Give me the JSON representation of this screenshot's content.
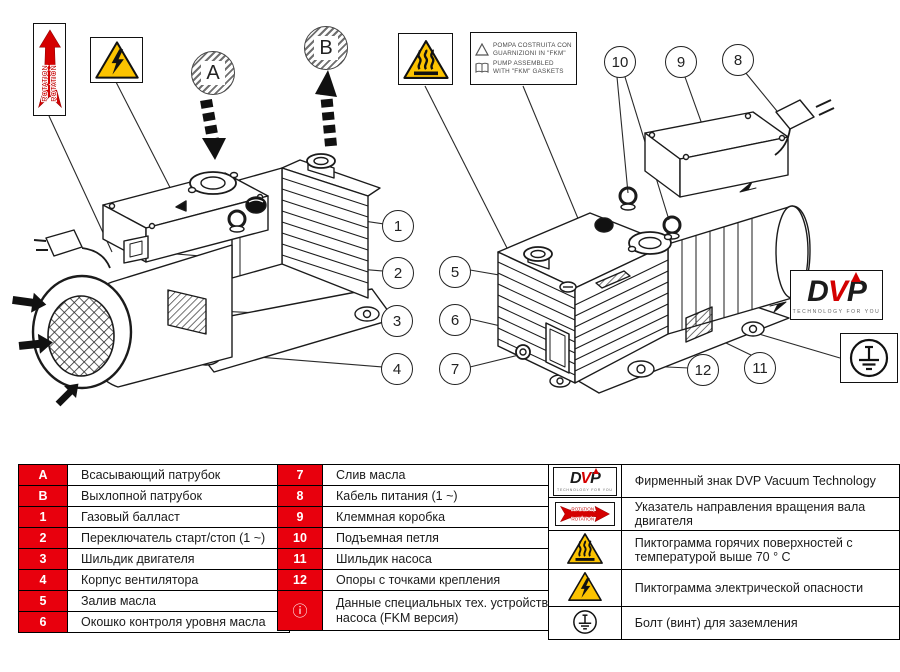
{
  "colors": {
    "red": "#e8000d",
    "yellow": "#fcc300",
    "ink": "#1b1b1b"
  },
  "callouts": {
    "a": "A",
    "b": "B",
    "c1": "1",
    "c2": "2",
    "c3": "3",
    "c4": "4",
    "c5": "5",
    "c6": "6",
    "c7": "7",
    "c8": "8",
    "c9": "9",
    "c10": "10",
    "c11": "11",
    "c12": "12"
  },
  "labels": {
    "rotation_word": "ROTATION",
    "fkm": {
      "l1": "POMPA COSTRUITA CON",
      "l2": "GUARNIZIONI IN \"FKM\"",
      "l3": "PUMP ASSEMBLED",
      "l4": "WITH \"FKM\" GASKETS"
    },
    "dvp": {
      "d": "D",
      "v": "V",
      "p": "P",
      "tagline": "TECHNOLOGY FOR YOU"
    },
    "info_symbol": "ⓘ"
  },
  "legend_parts_ab": {
    "rows": [
      {
        "key": "A",
        "label": "Всасывающий патрубок"
      },
      {
        "key": "B",
        "label": "Выхлопной патрубок"
      },
      {
        "key": "1",
        "label": "Газовый балласт"
      },
      {
        "key": "2",
        "label": "Переключатель старт/стоп (1 ~)"
      },
      {
        "key": "3",
        "label": "Шильдик двигателя"
      },
      {
        "key": "4",
        "label": "Корпус вентилятора"
      },
      {
        "key": "5",
        "label": "Залив масла"
      },
      {
        "key": "6",
        "label": "Окошко контроля уровня масла"
      }
    ]
  },
  "legend_parts_2": {
    "rows": [
      {
        "key": "7",
        "label": "Слив масла"
      },
      {
        "key": "8",
        "label": "Кабель питания (1 ~)"
      },
      {
        "key": "9",
        "label": "Клеммная коробка"
      },
      {
        "key": "10",
        "label": "Подъемная петля"
      },
      {
        "key": "11",
        "label": "Шильдик насоса"
      },
      {
        "key": "12",
        "label": "Опоры с точками крепления"
      },
      {
        "key": "ⓘ",
        "label": "Данные специальных тех. устройств насоса (FKM версия)"
      }
    ]
  },
  "legend_symbols": {
    "rows": [
      {
        "icon": "dvp-logo",
        "label": "Фирменный знак  DVP Vacuum Technology"
      },
      {
        "icon": "rotation-arrow",
        "label": "Указатель направления вращения вала двигателя"
      },
      {
        "icon": "hot-surface",
        "label": "Пиктограмма горячих поверхностей с температурой выше 70 ° C"
      },
      {
        "icon": "electrical-hazard",
        "label": "Пиктограмма электрической опасности"
      },
      {
        "icon": "ground-bolt",
        "label": "Болт (винт) для заземления"
      }
    ]
  }
}
